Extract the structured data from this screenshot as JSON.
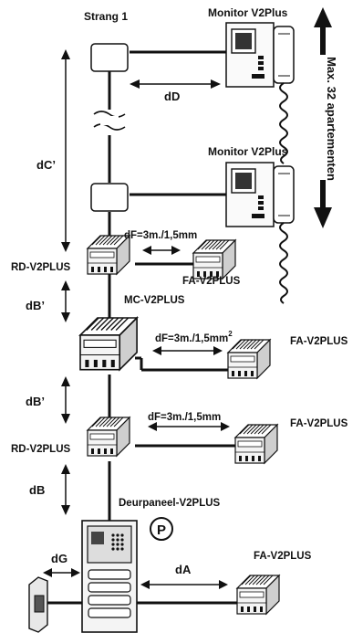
{
  "labels": {
    "strang": "Strang 1",
    "monitor_top": "Monitor V2Plus",
    "monitor_mid": "Monitor V2Plus",
    "max_apartments": "Max. 32 apartementen",
    "dD": "dD",
    "dC": "dC’",
    "dF_1": "dF=3m./1,5mm",
    "rd_top": "RD-V2PLUS",
    "fa_1": "FA-V2PLUS",
    "mc": "MC-V2PLUS",
    "dB_1": "dB’",
    "dF_2": "dF=3m./1,5mm",
    "dF_2_sup": "2",
    "fa_2": "FA-V2PLUS",
    "dB_2": "dB’",
    "dF_3": "dF=3m./1,5mm",
    "rd_bottom": "RD-V2PLUS",
    "fa_3": "FA-V2PLUS",
    "dB": "dB",
    "deurpaneel": "Deurpaneel-V2PLUS",
    "p_badge": "P",
    "dG": "dG",
    "dA": "dA",
    "fa_4": "FA-V2PLUS"
  },
  "icons": [
    "monitor-icon",
    "junction-box-icon",
    "distributor-module-icon",
    "power-supply-icon",
    "door-panel-icon",
    "door-lock-icon"
  ],
  "colors": {
    "line": "#111111",
    "device_fill": "#f2f2f2",
    "screen": "#222222",
    "background": "#ffffff"
  }
}
